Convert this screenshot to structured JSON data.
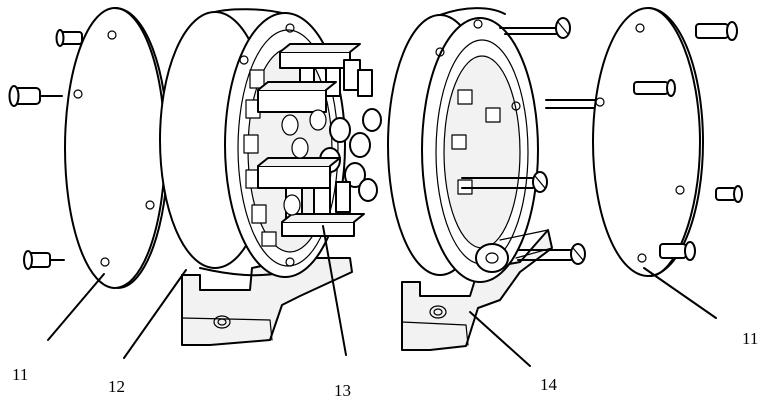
{
  "labels": {
    "cover_left": "11",
    "housing_left": "12",
    "center_assembly": "13",
    "housing_right": "14",
    "cover_right": "11"
  }
}
